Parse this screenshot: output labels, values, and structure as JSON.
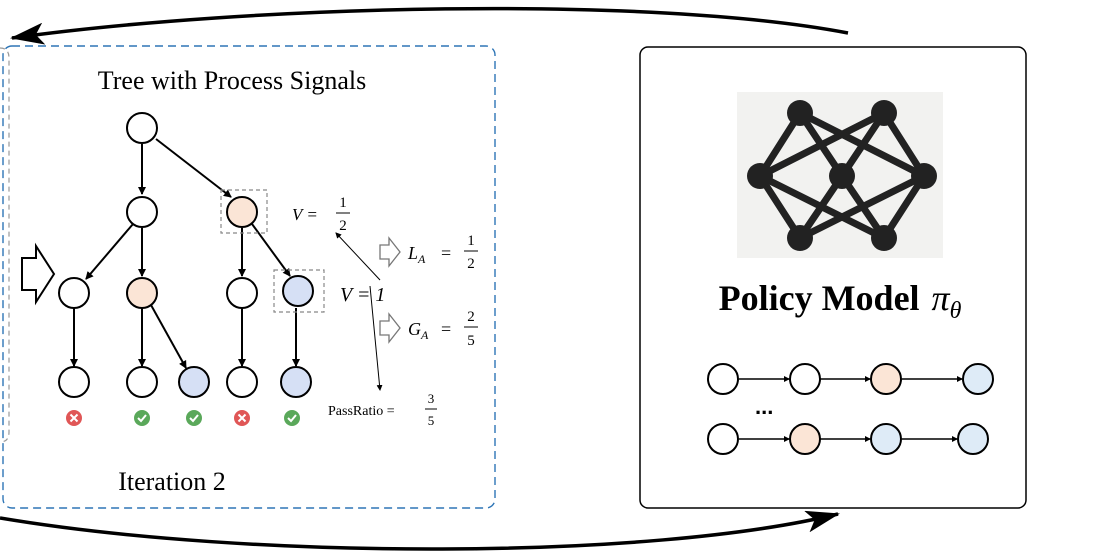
{
  "left_panel": {
    "title": "Tree with Process Signals",
    "iteration_label": "Iteration 2"
  },
  "annotations": {
    "v_half": {
      "lhs": "V =",
      "num": "1",
      "den": "2"
    },
    "v_one": "V = 1",
    "local_adv": {
      "lhs": "L",
      "sub": "A",
      "eq": "=",
      "num": "1",
      "den": "2"
    },
    "global_adv": {
      "lhs": "G",
      "sub": "A",
      "eq": "=",
      "num": "2",
      "den": "5"
    },
    "pass_ratio": {
      "lhs": "PassRatio =",
      "num": "3",
      "den": "5"
    }
  },
  "outcomes": [
    "fail",
    "pass",
    "pass",
    "fail",
    "pass"
  ],
  "right_panel": {
    "title_bold": "Policy Model",
    "title_symbol": "π",
    "title_sub": "θ",
    "ellipsis": "..."
  },
  "colors": {
    "node_fill_default": "#ffffff",
    "node_fill_orange": "#fbe5d6",
    "node_fill_blue": "#d6e0f5",
    "node_fill_blue_light": "#deebf7",
    "dashed_border": "#2e75b6",
    "fail_red": "#e05656",
    "pass_green": "#5aa85a",
    "network_bg": "#f2f2f0",
    "network_dark": "#222222"
  }
}
